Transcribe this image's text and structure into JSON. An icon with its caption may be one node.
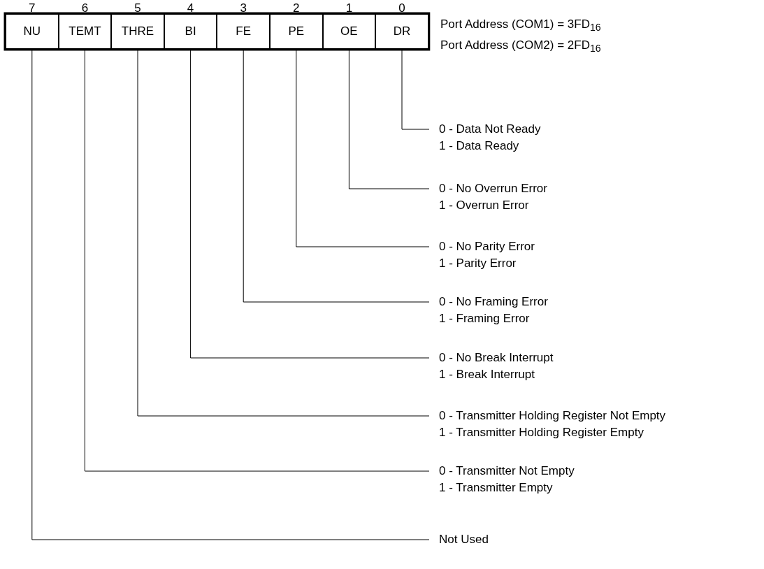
{
  "diagram": {
    "nodes": [
      {
        "text": [
          "NU"
        ],
        "beside": [
          "7"
        ]
      },
      {
        "text": [
          "TEMT"
        ],
        "beside": [
          "6"
        ]
      },
      {
        "text": [
          "THRE"
        ],
        "beside": [
          "5"
        ]
      },
      {
        "text": [
          "BI"
        ],
        "beside": [
          "4"
        ]
      },
      {
        "text": [
          "FE"
        ],
        "beside": [
          "3"
        ]
      },
      {
        "text": [
          "PE"
        ],
        "beside": [
          "2"
        ]
      },
      {
        "text": [
          "OE"
        ],
        "beside": [
          "1"
        ]
      },
      {
        "text": [
          "DR"
        ],
        "beside": [
          "0"
        ]
      },
      {
        "text": [
          "0 - Data Not Ready",
          "1 - Data Ready"
        ]
      },
      {
        "text": [
          "0 - No Overrun Error",
          "1 - Overrun Error"
        ]
      },
      {
        "text": [
          "0 - No Parity Error",
          "1 - Parity Error"
        ]
      },
      {
        "text": [
          "0 - No Framing Error",
          "1 - Framing Error"
        ]
      },
      {
        "text": [
          "0 - No Break Interrupt",
          "1 - Break Interrupt"
        ]
      },
      {
        "text": [
          "0 - Transmitter Holding Register Not Empty",
          "1 - Transmitter Holding Register Empty"
        ]
      },
      {
        "text": [
          "0 - Transmitter Not Empty",
          "1 - Transmitter Empty"
        ]
      },
      {
        "text": [
          "Not Used"
        ]
      }
    ],
    "edges": [
      {
        "from": 7,
        "to": 8,
        "arrow": "none"
      },
      {
        "from": 6,
        "to": 9,
        "arrow": "none"
      },
      {
        "from": 5,
        "to": 10,
        "arrow": "none"
      },
      {
        "from": 4,
        "to": 11,
        "arrow": "none"
      },
      {
        "from": 3,
        "to": 12,
        "arrow": "none"
      },
      {
        "from": 2,
        "to": 13,
        "arrow": "none"
      },
      {
        "from": 1,
        "to": 14,
        "arrow": "none"
      },
      {
        "from": 0,
        "to": 15,
        "arrow": "none"
      }
    ],
    "labels": [
      "Port Address (COM1) = 3FD$_{16}$",
      "Port Address (COM2) = 2FD$_{16}$"
    ]
  }
}
